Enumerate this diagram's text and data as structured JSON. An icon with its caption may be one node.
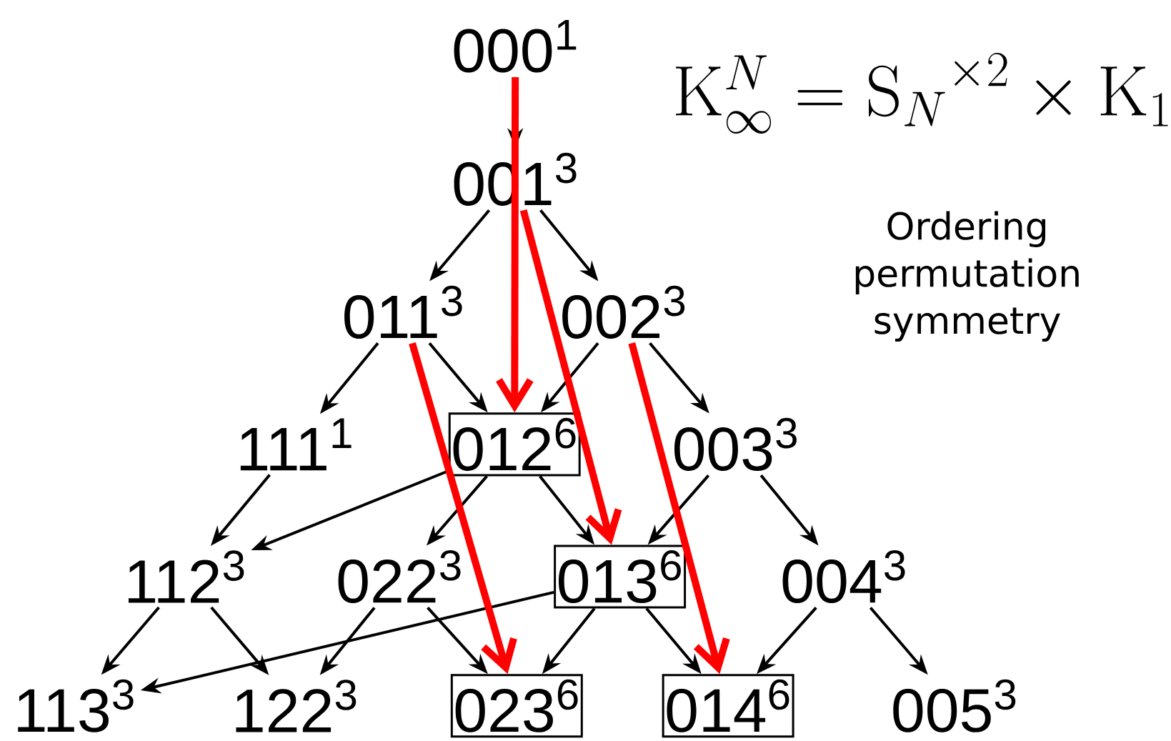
{
  "diagram": {
    "nodes": [
      {
        "text": [
          "000$^{1}$"
        ]
      },
      {
        "text": [
          "001$^{3}$"
        ]
      },
      {
        "text": [
          "011$^{3}$"
        ]
      },
      {
        "text": [
          "002$^{3}$"
        ]
      },
      {
        "text": [
          "111$^{1}$"
        ]
      },
      {
        "text": [
          "012$^{6}$"
        ]
      },
      {
        "text": [
          "003$^{3}$"
        ]
      },
      {
        "text": [
          "112$^{3}$"
        ]
      },
      {
        "text": [
          "022$^{3}$"
        ]
      },
      {
        "text": [
          "013$^{6}$"
        ]
      },
      {
        "text": [
          "004$^{3}$"
        ]
      },
      {
        "text": [
          "113$^{3}$"
        ]
      },
      {
        "text": [
          "122$^{3}$"
        ]
      },
      {
        "text": [
          "023$^{6}$"
        ]
      },
      {
        "text": [
          "014$^{6}$"
        ]
      },
      {
        "text": [
          "005$^{3}$"
        ]
      }
    ],
    "edges": [
      {
        "from": 0,
        "to": 1,
        "arrow": "to"
      },
      {
        "from": 1,
        "to": 2,
        "arrow": "to"
      },
      {
        "from": 1,
        "to": 3,
        "arrow": "to"
      },
      {
        "from": 2,
        "to": 4,
        "arrow": "to"
      },
      {
        "from": 2,
        "to": 5,
        "arrow": "to"
      },
      {
        "from": 3,
        "to": 5,
        "arrow": "to"
      },
      {
        "from": 3,
        "to": 6,
        "arrow": "to"
      },
      {
        "from": 4,
        "to": 7,
        "arrow": "to"
      },
      {
        "from": 5,
        "to": 7,
        "arrow": "to"
      },
      {
        "from": 5,
        "to": 8,
        "arrow": "to"
      },
      {
        "from": 5,
        "to": 9,
        "arrow": "to"
      },
      {
        "from": 6,
        "to": 9,
        "arrow": "to"
      },
      {
        "from": 6,
        "to": 10,
        "arrow": "to"
      },
      {
        "from": 7,
        "to": 11,
        "arrow": "to"
      },
      {
        "from": 7,
        "to": 12,
        "arrow": "to"
      },
      {
        "from": 8,
        "to": 12,
        "arrow": "to"
      },
      {
        "from": 8,
        "to": 13,
        "arrow": "to"
      },
      {
        "from": 9,
        "to": 11,
        "arrow": "to"
      },
      {
        "from": 9,
        "to": 13,
        "arrow": "to"
      },
      {
        "from": 9,
        "to": 14,
        "arrow": "to"
      },
      {
        "from": 10,
        "to": 14,
        "arrow": "to"
      },
      {
        "from": 10,
        "to": 15,
        "arrow": "to"
      },
      {
        "from": 0,
        "to": 5,
        "arrow": "to",
        "style": "thick",
        "color": "#ff0000"
      },
      {
        "from": 1,
        "to": 9,
        "arrow": "to",
        "style": "thick",
        "color": "#ff0000"
      },
      {
        "from": 2,
        "to": 13,
        "arrow": "to",
        "style": "thick",
        "color": "#ff0000"
      },
      {
        "from": 3,
        "to": 14,
        "arrow": "to",
        "style": "thick",
        "color": "#ff0000"
      }
    ],
    "labels": [
      "\\mathrm{K}_{\\infty}^{N}={\\mathrm{S}_{N}}^{\\times 2}\\times\\mathrm{K}_{1}",
      "Ordering permutation symmetry"
    ]
  }
}
